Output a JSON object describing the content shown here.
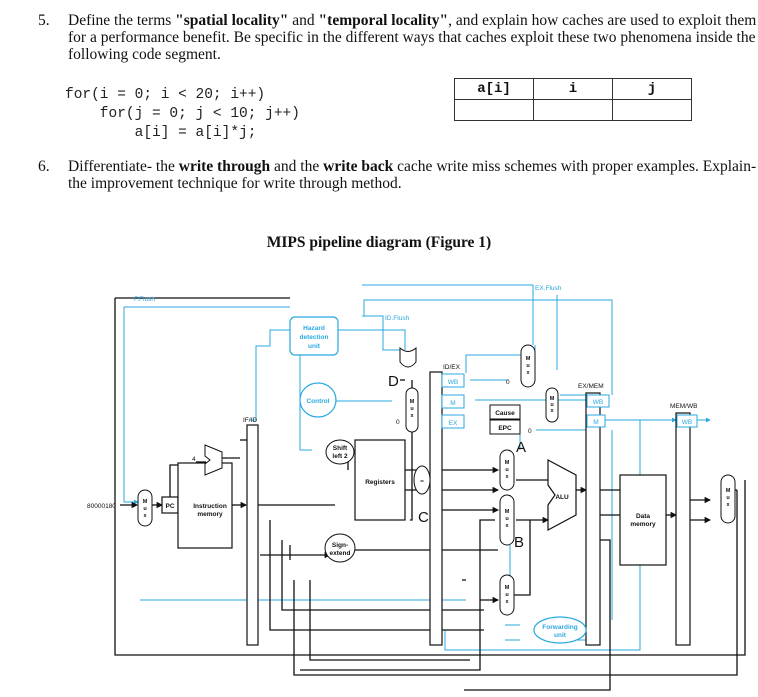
{
  "q5": {
    "number": "5.",
    "t1": "Define the terms ",
    "t2": "\"spatial locality\"",
    "t3": " and ",
    "t4": "\"temporal locality\"",
    "t5": ", and explain how caches are used to exploit them for a performance benefit. Be specific in the different ways that caches exploit these two phenomena inside the following code segment.",
    "code": [
      "for(i = 0; i < 20; i++)",
      "    for(j = 0; j < 10; j++)",
      "        a[i] = a[i]*j;"
    ],
    "table_headers": [
      "a[i]",
      "i",
      "j"
    ]
  },
  "q6": {
    "number": "6.",
    "t1": "Differentiate- the ",
    "t2": "write through",
    "t3": " and the ",
    "t4": "write back",
    "t5": " cache write miss schemes with proper examples. Explain- the improvement technique for write through method."
  },
  "figure": {
    "title": "MIPS pipeline diagram (Figure 1)",
    "labels": {
      "f_flush": "F.Flush",
      "id_flush": "ID.Flush",
      "ex_flush": "EX.Flush",
      "hazard1": "Hazard",
      "hazard2": "detection",
      "hazard3": "unit",
      "control": "Control",
      "if_id": "IF/ID",
      "id_ex": "ID/EX",
      "ex_mem": "EX/MEM",
      "mem_wb": "MEM/WB",
      "wb": "WB",
      "m": "M",
      "ex": "EX",
      "cause": "Cause",
      "epc": "EPC",
      "shift1": "Shift",
      "shift2": "left 2",
      "registers": "Registers",
      "eq": "=",
      "alu": "ALU",
      "data1": "Data",
      "data2": "memory",
      "instr1": "Instruction",
      "instr2": "memory",
      "pc": "PC",
      "addr": "80000180",
      "four": "4",
      "zero": "0",
      "sign1": "Sign-",
      "sign2": "extend",
      "fwd1": "Forwarding",
      "fwd2": "unit",
      "mux": "M u x",
      "letter_a": "A",
      "letter_b": "B",
      "letter_c": "C",
      "letter_d": "D"
    },
    "colors": {
      "control_lines": "#29a8e0",
      "datapath": "#111111"
    }
  }
}
